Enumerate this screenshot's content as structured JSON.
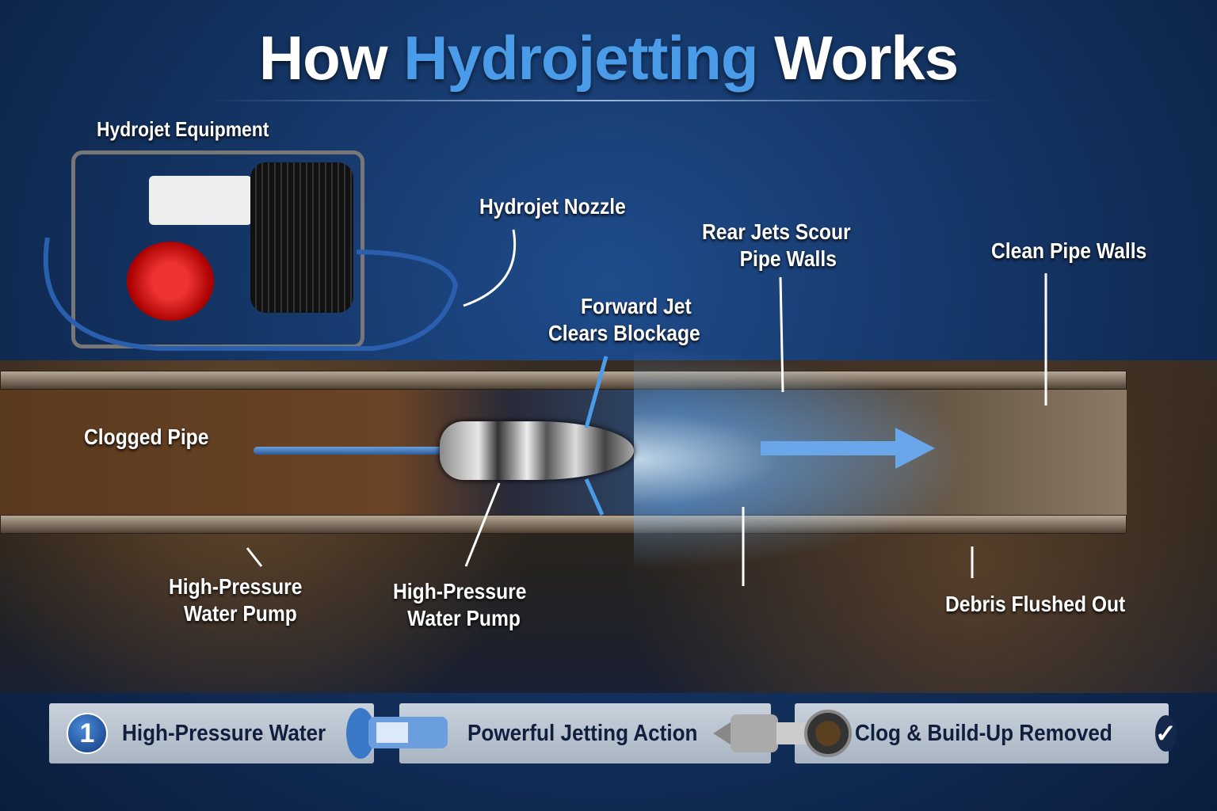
{
  "title": {
    "part1": "How ",
    "accent": "Hydrojetting",
    "part2": " Works"
  },
  "labels": {
    "equipment": "Hydrojet Equipment",
    "nozzle": "Hydrojet Nozzle",
    "rear_jets": [
      "Rear Jets Scour",
      "Pipe Walls"
    ],
    "forward_jet": [
      "Forward Jet",
      "Clears Blockage"
    ],
    "clean_walls": "Clean Pipe Walls",
    "clogged": "Clogged Pipe",
    "pump_left": [
      "High-Pressure",
      "Water Pump"
    ],
    "pump_mid": [
      "High-Pressure",
      "Water Pump"
    ],
    "debris": "Debris Flushed Out"
  },
  "steps": [
    {
      "number": "1",
      "label": "High-Pressure Water",
      "icon": "nozzle-icon"
    },
    {
      "label": "Powerful Jetting Action",
      "icon": "jet-nozzle-icon"
    },
    {
      "label": "Clog & Build-Up Removed",
      "icon": "checkmark-icon"
    }
  ],
  "colors": {
    "accent": "#4a9be8",
    "background": "#143565",
    "bar": "#c9d2dc"
  }
}
